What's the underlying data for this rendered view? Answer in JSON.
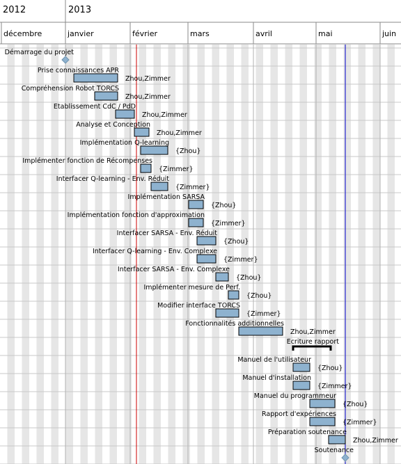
{
  "years": [
    {
      "label": "2012",
      "date": "2011-12-01"
    },
    {
      "label": "2013",
      "date": "2012-12-31"
    }
  ],
  "months": [
    {
      "label": "décembre",
      "date": "2011-12-01"
    },
    {
      "label": "janvier",
      "date": "2013-01-01"
    },
    {
      "label": "février",
      "date": "2013-02-01"
    },
    {
      "label": "mars",
      "date": "2013-03-01"
    },
    {
      "label": "avril",
      "date": "2013-04-01"
    },
    {
      "label": "mai",
      "date": "2013-05-01"
    },
    {
      "label": "juin",
      "date": "2013-06-01"
    }
  ],
  "today_marker": "2013-02-04",
  "end_marker": "2013-05-15",
  "tasks": [
    {
      "name": "Démarrage du projet",
      "kind": "milestone",
      "date": "2013-01-01",
      "resources": ""
    },
    {
      "name": "Prise connaissances APR",
      "kind": "task",
      "start": "2013-01-05",
      "end": "2013-01-26",
      "resources": "Zhou,Zimmer"
    },
    {
      "name": "Compréhension Robot TORCS",
      "kind": "task",
      "start": "2013-01-15",
      "end": "2013-01-26",
      "resources": "Zhou,Zimmer"
    },
    {
      "name": "Etablissement CdC / PdD",
      "kind": "task",
      "start": "2013-01-25",
      "end": "2013-02-03",
      "resources": "Zhou,Zimmer"
    },
    {
      "name": "Analyse et Conception",
      "kind": "task",
      "start": "2013-02-03",
      "end": "2013-02-10",
      "resources": "Zhou,Zimmer"
    },
    {
      "name": "Implémentation Q-learning",
      "kind": "task",
      "start": "2013-02-06",
      "end": "2013-02-19",
      "resources": "{Zhou}"
    },
    {
      "name": "Implémenter fonction de Récompenses",
      "kind": "task",
      "start": "2013-02-06",
      "end": "2013-02-11",
      "resources": "{Zimmer}"
    },
    {
      "name": "Interfacer Q-learning - Env. Réduit",
      "kind": "task",
      "start": "2013-02-11",
      "end": "2013-02-19",
      "resources": "{Zimmer}"
    },
    {
      "name": "Implémentation SARSA",
      "kind": "task",
      "start": "2013-03-01",
      "end": "2013-03-08",
      "resources": "{Zhou}"
    },
    {
      "name": "Implémentation fonction d'approximation",
      "kind": "task",
      "start": "2013-03-01",
      "end": "2013-03-08",
      "resources": "{Zimmer}"
    },
    {
      "name": "Interfacer SARSA - Env. Réduit",
      "kind": "task",
      "start": "2013-03-05",
      "end": "2013-03-14",
      "resources": "{Zhou}"
    },
    {
      "name": "Interfacer Q-learning - Env. Complexe",
      "kind": "task",
      "start": "2013-03-05",
      "end": "2013-03-14",
      "resources": "{Zimmer}"
    },
    {
      "name": "Interfacer SARSA - Env. Complexe",
      "kind": "task",
      "start": "2013-03-14",
      "end": "2013-03-20",
      "resources": "{Zhou}"
    },
    {
      "name": "Implémenter mesure de Perf.",
      "kind": "task",
      "start": "2013-03-20",
      "end": "2013-03-25",
      "resources": "{Zhou}"
    },
    {
      "name": "Modifier interface TORCS",
      "kind": "task",
      "start": "2013-03-14",
      "end": "2013-03-25",
      "resources": "{Zimmer}"
    },
    {
      "name": "Fonctionnalités additionnelles",
      "kind": "task",
      "start": "2013-03-25",
      "end": "2013-04-15",
      "resources": "Zhou,Zimmer"
    },
    {
      "name": "Ecriture rapport",
      "kind": "summary",
      "start": "2013-04-20",
      "end": "2013-05-08",
      "resources": ""
    },
    {
      "name": "Manuel de l'utilisateur",
      "kind": "task",
      "start": "2013-04-20",
      "end": "2013-04-28",
      "resources": "{Zhou}"
    },
    {
      "name": "Manuel d'installation",
      "kind": "task",
      "start": "2013-04-20",
      "end": "2013-04-28",
      "resources": "{Zimmer}"
    },
    {
      "name": "Manuel du programmeur",
      "kind": "task",
      "start": "2013-04-28",
      "end": "2013-05-10",
      "resources": "{Zhou}"
    },
    {
      "name": "Rapport d'expériences",
      "kind": "task",
      "start": "2013-04-28",
      "end": "2013-05-10",
      "resources": "{Zimmer}"
    },
    {
      "name": "Préparation soutenance",
      "kind": "task",
      "start": "2013-05-07",
      "end": "2013-05-15",
      "resources": "Zhou,Zimmer"
    },
    {
      "name": "Soutenance",
      "kind": "milestone",
      "date": "2013-05-15",
      "resources": ""
    }
  ],
  "colors": {
    "bar_fill": "#8eb2cf",
    "bar_stroke": "#000000",
    "milestone": "#8eb2cf",
    "grid": "#c8c8c8",
    "week_band": "#e6e6e6",
    "today_line": "#cc0000",
    "end_line": "#0000cc",
    "summary": "#000000"
  }
}
